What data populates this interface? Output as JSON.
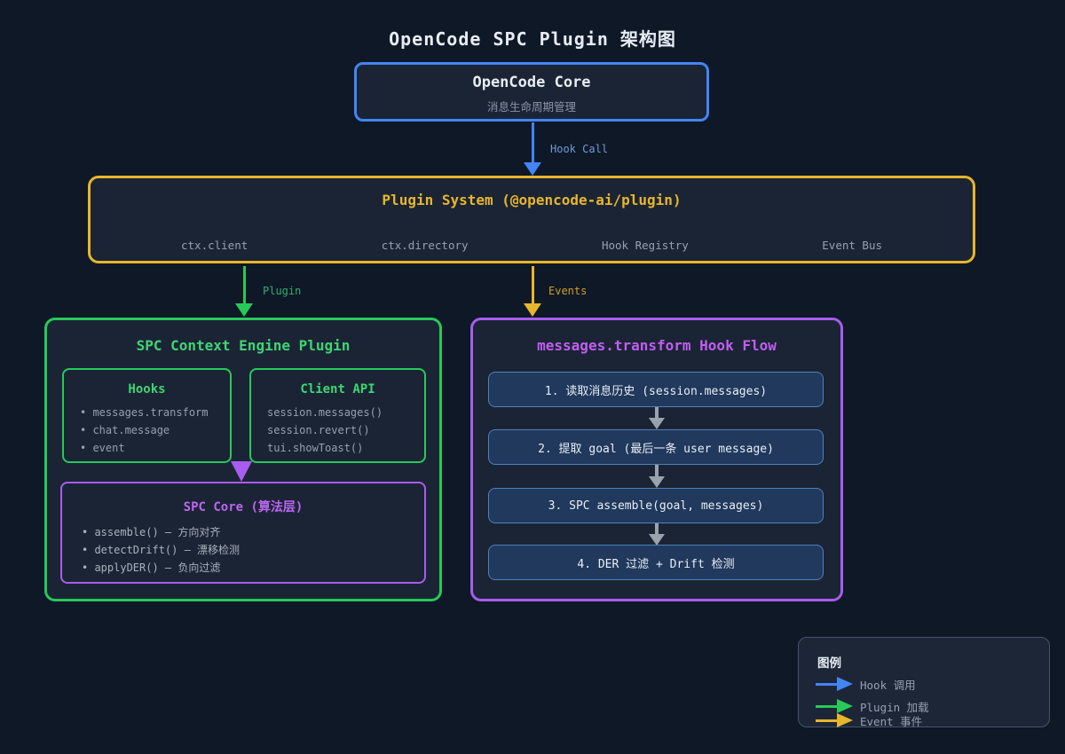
{
  "title": "OpenCode SPC Plugin 架构图",
  "core": {
    "title": "OpenCode Core",
    "subtitle": "消息生命周期管理"
  },
  "edges": {
    "hook_call": "Hook Call",
    "plugin": "Plugin",
    "events": "Events"
  },
  "plugin_system": {
    "title": "Plugin System (@opencode-ai/plugin)",
    "items": [
      "ctx.client",
      "ctx.directory",
      "Hook Registry",
      "Event Bus"
    ]
  },
  "spc_plugin": {
    "title": "SPC Context Engine Plugin",
    "hooks": {
      "title": "Hooks",
      "items": [
        "messages.transform",
        "chat.message",
        "event"
      ]
    },
    "client_api": {
      "title": "Client API",
      "items": [
        "session.messages()",
        "session.revert()",
        "tui.showToast()"
      ]
    },
    "spc_core": {
      "title": "SPC Core (算法层)",
      "items": [
        "assemble() — 方向对齐",
        "detectDrift() — 漂移检测",
        "applyDER() — 负向过滤"
      ]
    }
  },
  "hook_flow": {
    "title": "messages.transform Hook Flow",
    "steps": [
      "1. 读取消息历史 (session.messages)",
      "2. 提取 goal (最后一条 user message)",
      "3. SPC assemble(goal, messages)",
      "4. DER 过滤 + Drift 检测"
    ]
  },
  "legend": {
    "title": "图例",
    "items": [
      {
        "label": "Hook 调用",
        "color": "#4285f4"
      },
      {
        "label": "Plugin 加载",
        "color": "#27c958"
      },
      {
        "label": "Event 事件",
        "color": "#e8b62a"
      }
    ]
  },
  "colors": {
    "background": "#0f1827",
    "panel_fill": "#1b2435",
    "hook_blue": "#4285f4",
    "plugin_green": "#27c958",
    "event_yellow": "#e8b62a",
    "purple": "#a85cf0",
    "step_fill": "#20395c",
    "step_border": "#4d82bd",
    "gray_text": "#95a0b0"
  }
}
